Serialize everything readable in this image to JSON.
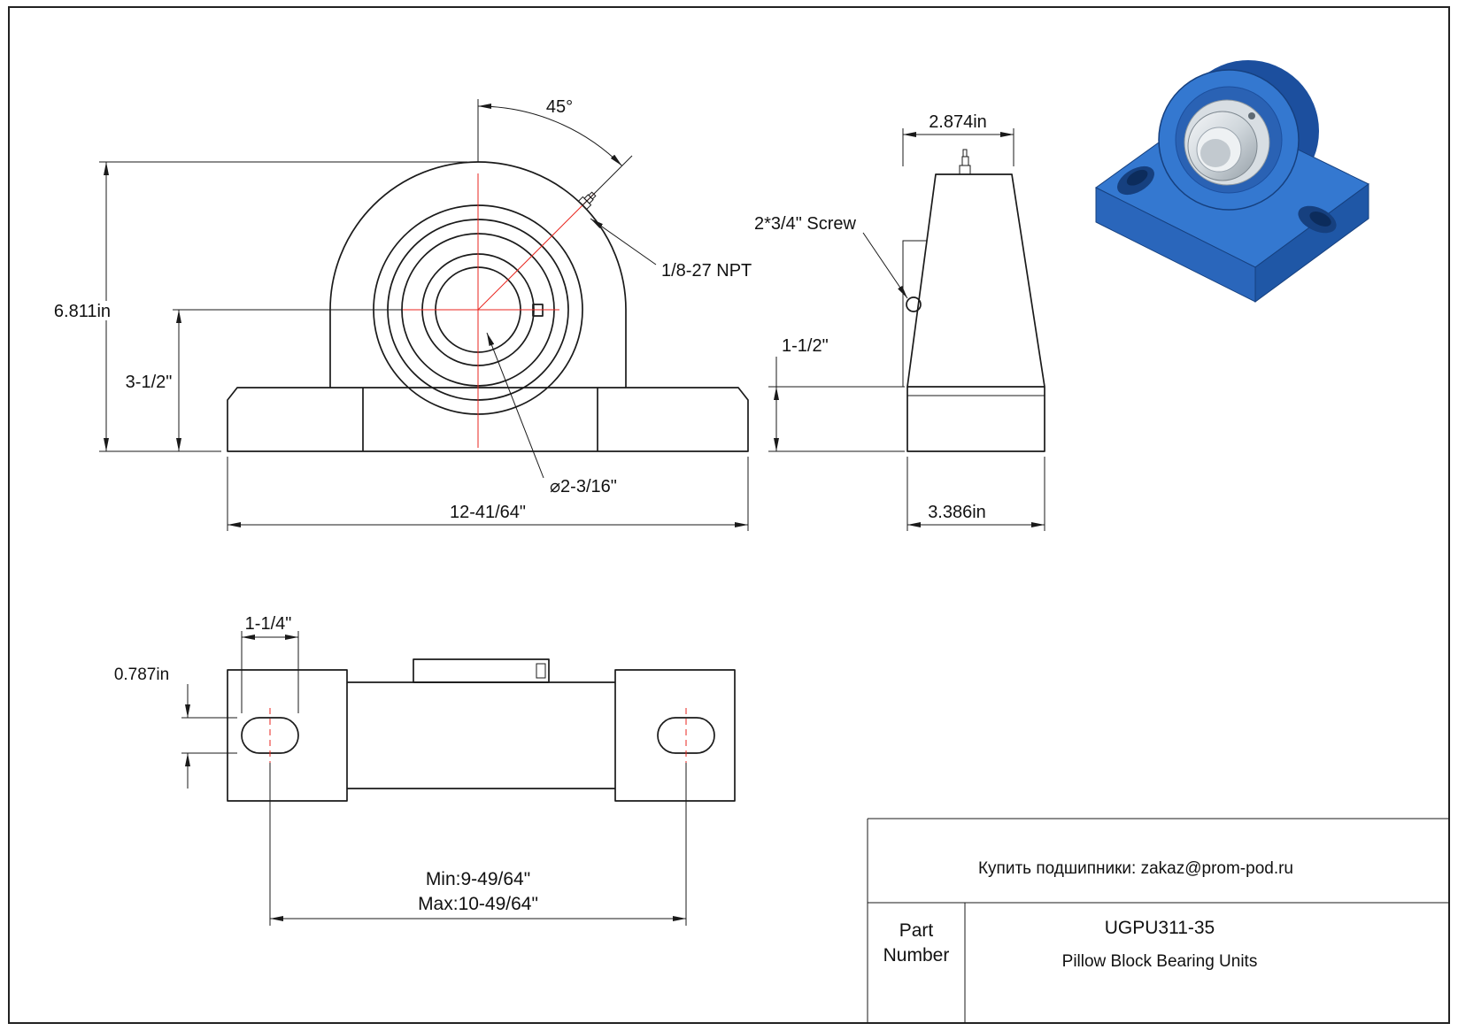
{
  "colors": {
    "line": "#1a1a1a",
    "centerline": "#e8261f",
    "render_blue": "#3478d0",
    "render_blue_dark": "#1c4f9e",
    "render_metal": "#cfd6db"
  },
  "front_view": {
    "angle": "45°",
    "overall_height": "6.811in",
    "center_height": "3-1/2\"",
    "grease_fitting_thread": "1/8-27 NPT",
    "bore_diameter": "⌀2-3/16\"",
    "base_length": "12-41/64\""
  },
  "side_view": {
    "top_width": "2.874in",
    "set_screw": "2*3/4\" Screw",
    "base_height": "1-1/2\"",
    "base_width": "3.386in"
  },
  "bottom_view": {
    "slot_width": "1-1/4\"",
    "slot_height": "0.787in",
    "bolt_spacing_min": "Min:9-49/64\"",
    "bolt_spacing_max": "Max:10-49/64\""
  },
  "title_block": {
    "contact": "Купить подшипники: zakaz@prom-pod.ru",
    "part_label_line1": "Part",
    "part_label_line2": "Number",
    "part_number": "UGPU311-35",
    "description": "Pillow Block Bearing Units"
  }
}
